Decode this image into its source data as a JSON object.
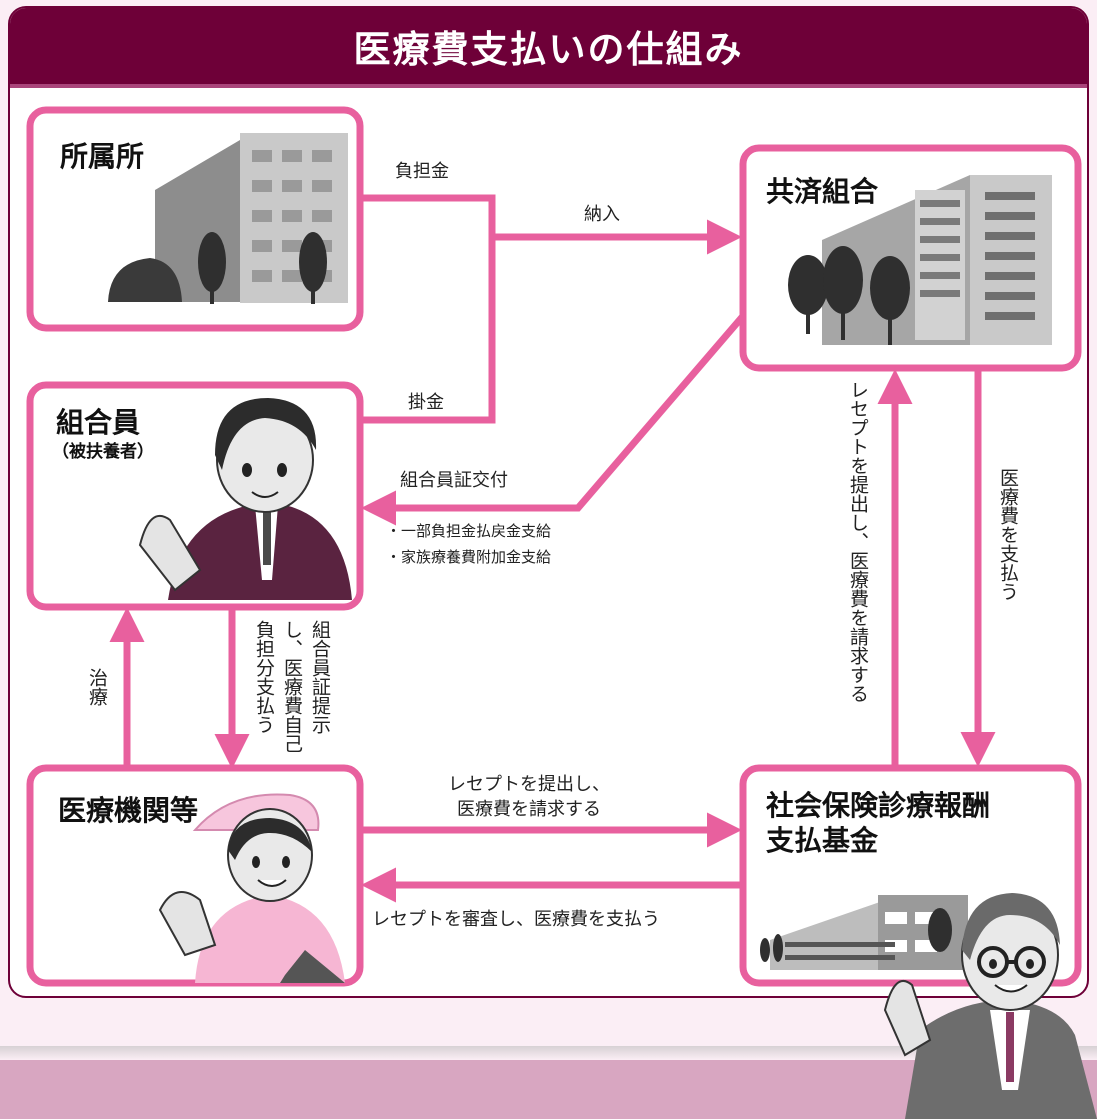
{
  "title": "医療費支払いの仕組み",
  "nodes": {
    "affiliate": {
      "label": "所属所"
    },
    "union": {
      "label": "共済組合"
    },
    "member": {
      "label": "組合員",
      "sublabel": "（被扶養者）"
    },
    "medical": {
      "label": "医療機関等"
    },
    "fund": {
      "label_line1": "社会保険診療報酬",
      "label_line2": "支払基金"
    }
  },
  "edges": {
    "burden": "負担金",
    "payment_in": "納入",
    "premium": "掛金",
    "card_issue": "組合員証交付",
    "benefits": [
      "・一部負担金払戻金支給",
      "・家族療養費附加金支給"
    ],
    "present_card": [
      "組合員証提示",
      "し、医療費自己",
      "負担分支払う"
    ],
    "treatment": "治療",
    "receipt_to_union": "レセプトを提出し、医療費を請求する",
    "union_pays": "医療費を支払う",
    "receipt_to_fund": [
      "レセプトを提出し、",
      "医療費を請求する"
    ],
    "review_pay": "レセプトを審査し、医療費を支払う"
  },
  "colors": {
    "accent": "#e8609e",
    "title_bar": "#6e0038",
    "building_gray": "#9a9a9a"
  }
}
